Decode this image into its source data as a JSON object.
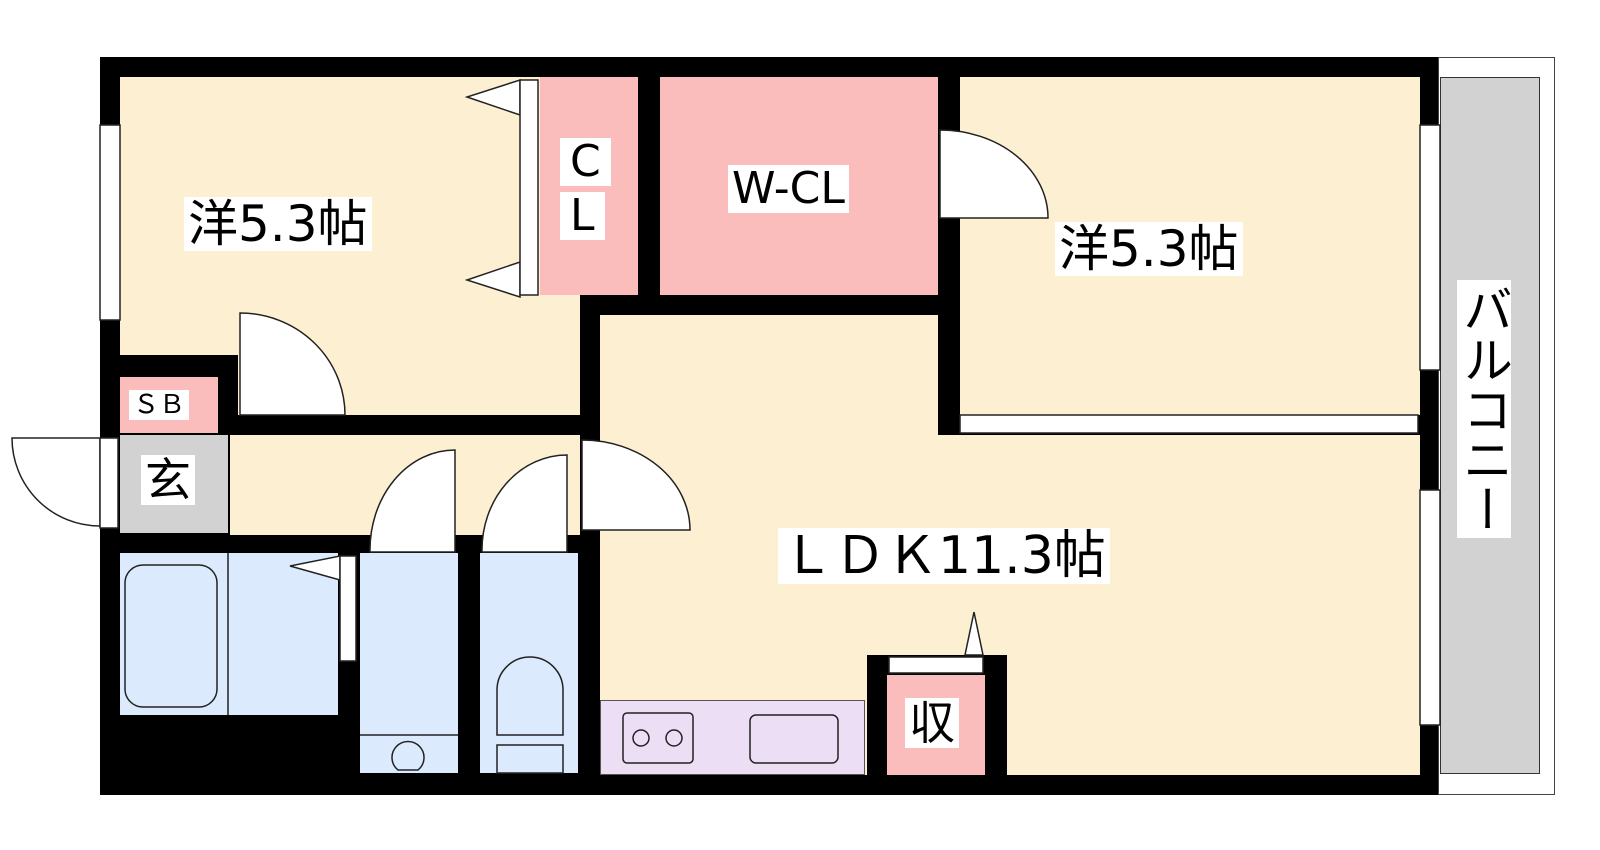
{
  "rooms": {
    "western_room_west": "洋5.3帖",
    "western_room_east": "洋5.3帖",
    "closet": "C\nL",
    "closet_top": "C",
    "closet_bottom": "L",
    "walk_in_closet": "W-CL",
    "shoe_box": "ＳＢ",
    "entrance": "玄",
    "ldk": "ＬＤＫ11.3帖",
    "storage": "収",
    "balcony": "バルコニー"
  },
  "colors": {
    "room": "#fdf0d2",
    "closet": "#fbbcbc",
    "wet_area": "#dbeafc",
    "kitchen": "#ecdff5",
    "entrance": "#d2d2d2",
    "balcony": "#d2d2d2",
    "wall": "#000000"
  }
}
